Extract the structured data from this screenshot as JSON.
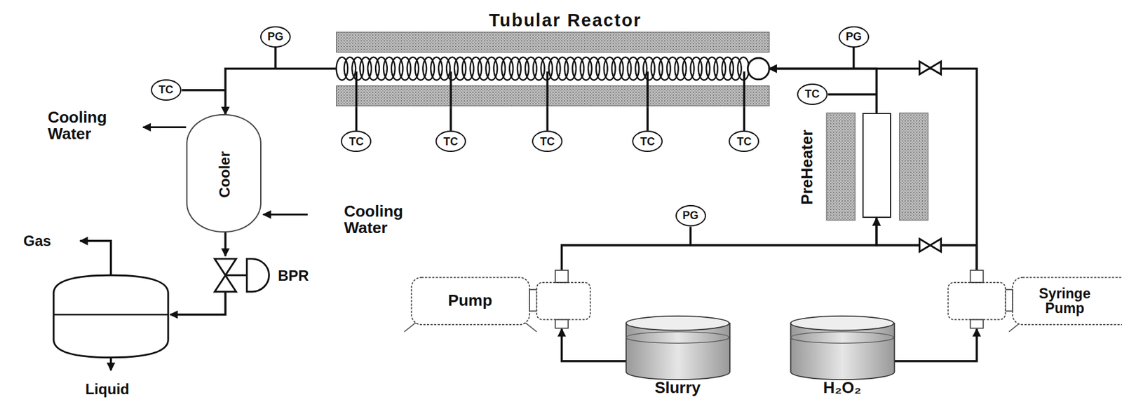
{
  "diagram": {
    "nodes": [
      {
        "text": [
          "Tubular Reactor"
        ]
      },
      {
        "text": [
          "PG"
        ]
      },
      {
        "text": [
          "TC"
        ]
      },
      {
        "text": [
          "Cooler"
        ]
      },
      {
        "text": [
          "PG"
        ]
      },
      {
        "text": [
          "TC"
        ]
      },
      {
        "text": [
          "PreHeater"
        ]
      },
      {
        "text": [
          "TC"
        ]
      },
      {
        "text": [
          "TC"
        ]
      },
      {
        "text": [
          "TC"
        ]
      },
      {
        "text": [
          "TC"
        ]
      },
      {
        "text": [
          "TC"
        ]
      },
      {
        "text": [
          "PG"
        ]
      },
      {
        "text": [
          "Pump"
        ]
      },
      {
        "text": [
          "Syringe Pump"
        ]
      },
      {
        "text": [
          "Slurry"
        ]
      },
      {
        "text": [
          "H₂O₂"
        ]
      }
    ],
    "edges": [
      {
        "from": 0,
        "to": 3,
        "arrow": "to"
      },
      {
        "from": 6,
        "to": 0,
        "arrow": "to"
      },
      {
        "from": 14,
        "to": 0,
        "arrow": "to"
      },
      {
        "from": 13,
        "to": 6,
        "arrow": "to"
      },
      {
        "from": 14,
        "to": 6,
        "arrow": "to"
      },
      {
        "from": 15,
        "to": 13,
        "arrow": "to"
      },
      {
        "from": 16,
        "to": 14,
        "arrow": "to"
      },
      {
        "from": 7,
        "to": 0,
        "arrow": "none"
      },
      {
        "from": 8,
        "to": 0,
        "arrow": "none"
      },
      {
        "from": 9,
        "to": 0,
        "arrow": "none"
      },
      {
        "from": 10,
        "to": 0,
        "arrow": "none"
      },
      {
        "from": 11,
        "to": 0,
        "arrow": "none"
      }
    ],
    "labels": [
      "Cooling Water",
      "Cooling Water",
      "BPR",
      "Gas",
      "Liquid"
    ]
  }
}
